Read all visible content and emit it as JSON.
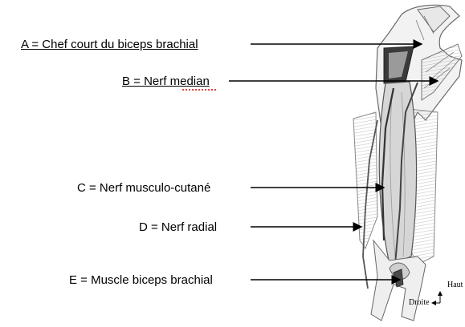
{
  "labels": {
    "a": "A = Chef court du biceps brachial",
    "b": "B = Nerf median",
    "c": "C = Nerf musculo-cutané",
    "d": "D = Nerf radial",
    "e": "E = Muscle biceps brachial"
  },
  "compass": {
    "haut": "Haut",
    "droite": "Droite"
  },
  "colors": {
    "text": "#000000",
    "sketch": "#555555",
    "shade": "#c9c9c9"
  }
}
